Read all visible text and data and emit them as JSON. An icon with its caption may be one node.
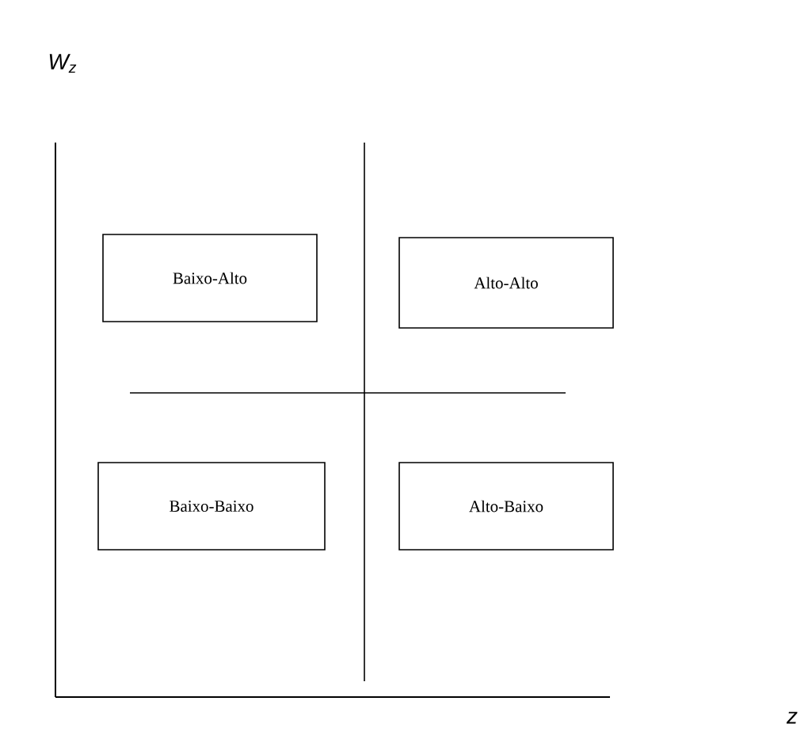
{
  "diagram": {
    "nodes": [
      {
        "text": [
          "Baixo-Alto"
        ]
      },
      {
        "text": [
          "Alto-Alto"
        ]
      },
      {
        "text": [
          "Baixo-Baixo"
        ]
      },
      {
        "text": [
          "Alto-Baixo"
        ]
      }
    ],
    "labels": [
      "W$_{z}$",
      "z"
    ]
  }
}
